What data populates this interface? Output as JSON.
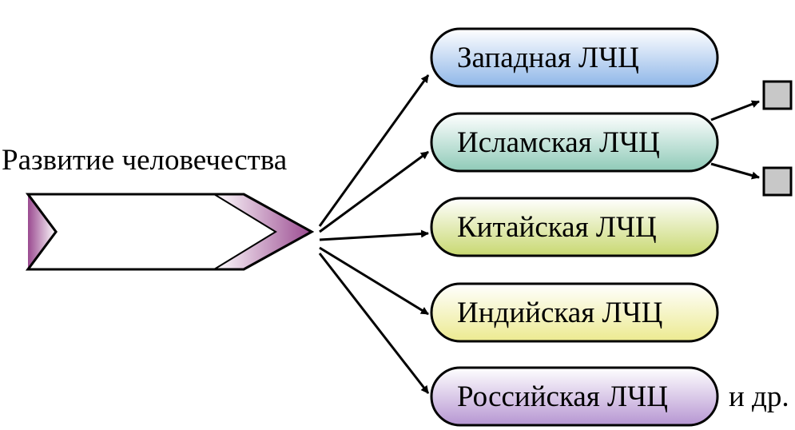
{
  "diagram": {
    "source_label": "Развитие человечества",
    "branches": [
      {
        "label": "Западная ЛЧЦ",
        "color": "#8fb7e8"
      },
      {
        "label": "Исламская ЛЧЦ",
        "color": "#8fcab8"
      },
      {
        "label": "Китайская ЛЧЦ",
        "color": "#c8d870"
      },
      {
        "label": "Индийская ЛЧЦ",
        "color": "#ecea90"
      },
      {
        "label": "Российская ЛЧЦ",
        "color": "#b696d2"
      }
    ],
    "trailing_note": "и др.",
    "arrow_accent_color": "#9a4a90",
    "sub_box_color": "#c8c8c8"
  }
}
